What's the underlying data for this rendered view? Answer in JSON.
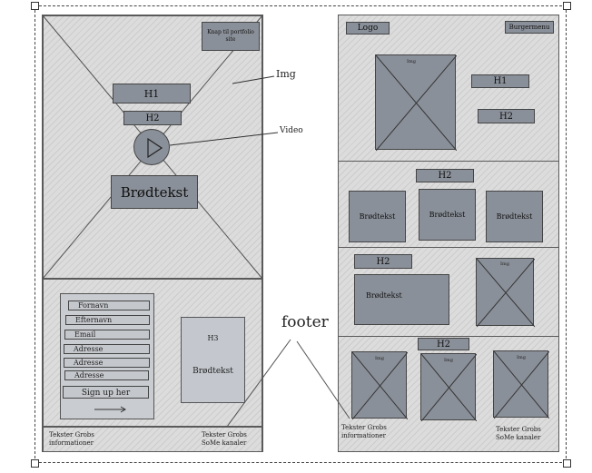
{
  "annotations": {
    "img": "Img",
    "video": "Video",
    "footer": "footer"
  },
  "left_wireframe": {
    "hero": {
      "button": "Knap til portfolio site",
      "h1": "H1",
      "h2": "H2",
      "body": "Brødtekst"
    },
    "form": {
      "fields": [
        "Fornavn",
        "Efternavn",
        "Email",
        "Adresse",
        "Adresse",
        "Adresse"
      ],
      "submit": "Sign up her",
      "h3": "H3",
      "h3_body": "Brødtekst"
    },
    "footer": {
      "left": "Tekster Grobs informationer",
      "right": "Tekster Grobs SoMe kanaler"
    }
  },
  "right_wireframe": {
    "header": {
      "logo": "Logo",
      "menu": "Burgermenu",
      "img": "Img",
      "h1": "H1",
      "h2": "H2"
    },
    "section2": {
      "h2": "H2",
      "cards": [
        "Brødtekst",
        "Brødtekst",
        "Brødtekst"
      ]
    },
    "section3": {
      "h2": "H2",
      "body": "Brødtekst",
      "img": "Img"
    },
    "section4": {
      "h2": "H2",
      "imgs": [
        "Img",
        "Img",
        "Img"
      ]
    },
    "footer": {
      "left": "Tekster Grobs informationer",
      "right": "Tekster Grobs SoMe kanaler"
    }
  }
}
